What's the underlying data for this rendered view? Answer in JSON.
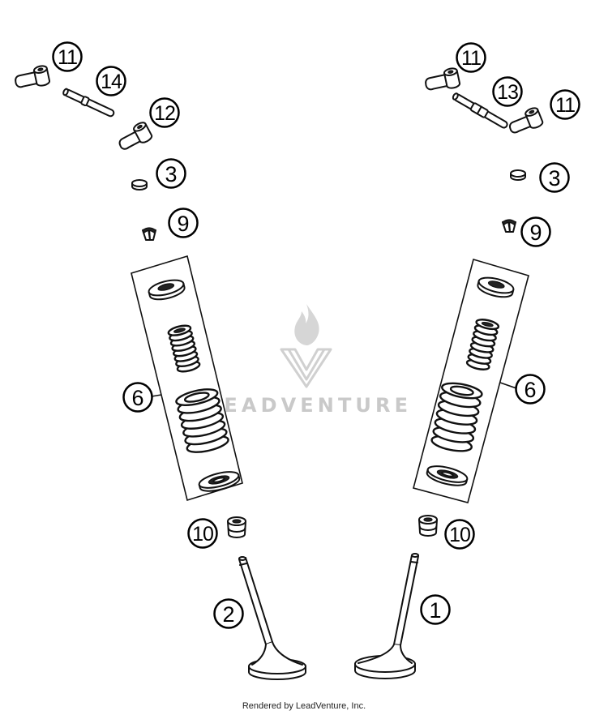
{
  "diagram": {
    "left_callouts": [
      "11",
      "14",
      "12",
      "3",
      "9",
      "6",
      "10",
      "2"
    ],
    "right_callouts": [
      "11",
      "13",
      "11",
      "3",
      "9",
      "6",
      "10",
      "1"
    ]
  },
  "watermark": {
    "text": "LEADVENTURE"
  },
  "footer": {
    "text": "Rendered by LeadVenture, Inc."
  }
}
